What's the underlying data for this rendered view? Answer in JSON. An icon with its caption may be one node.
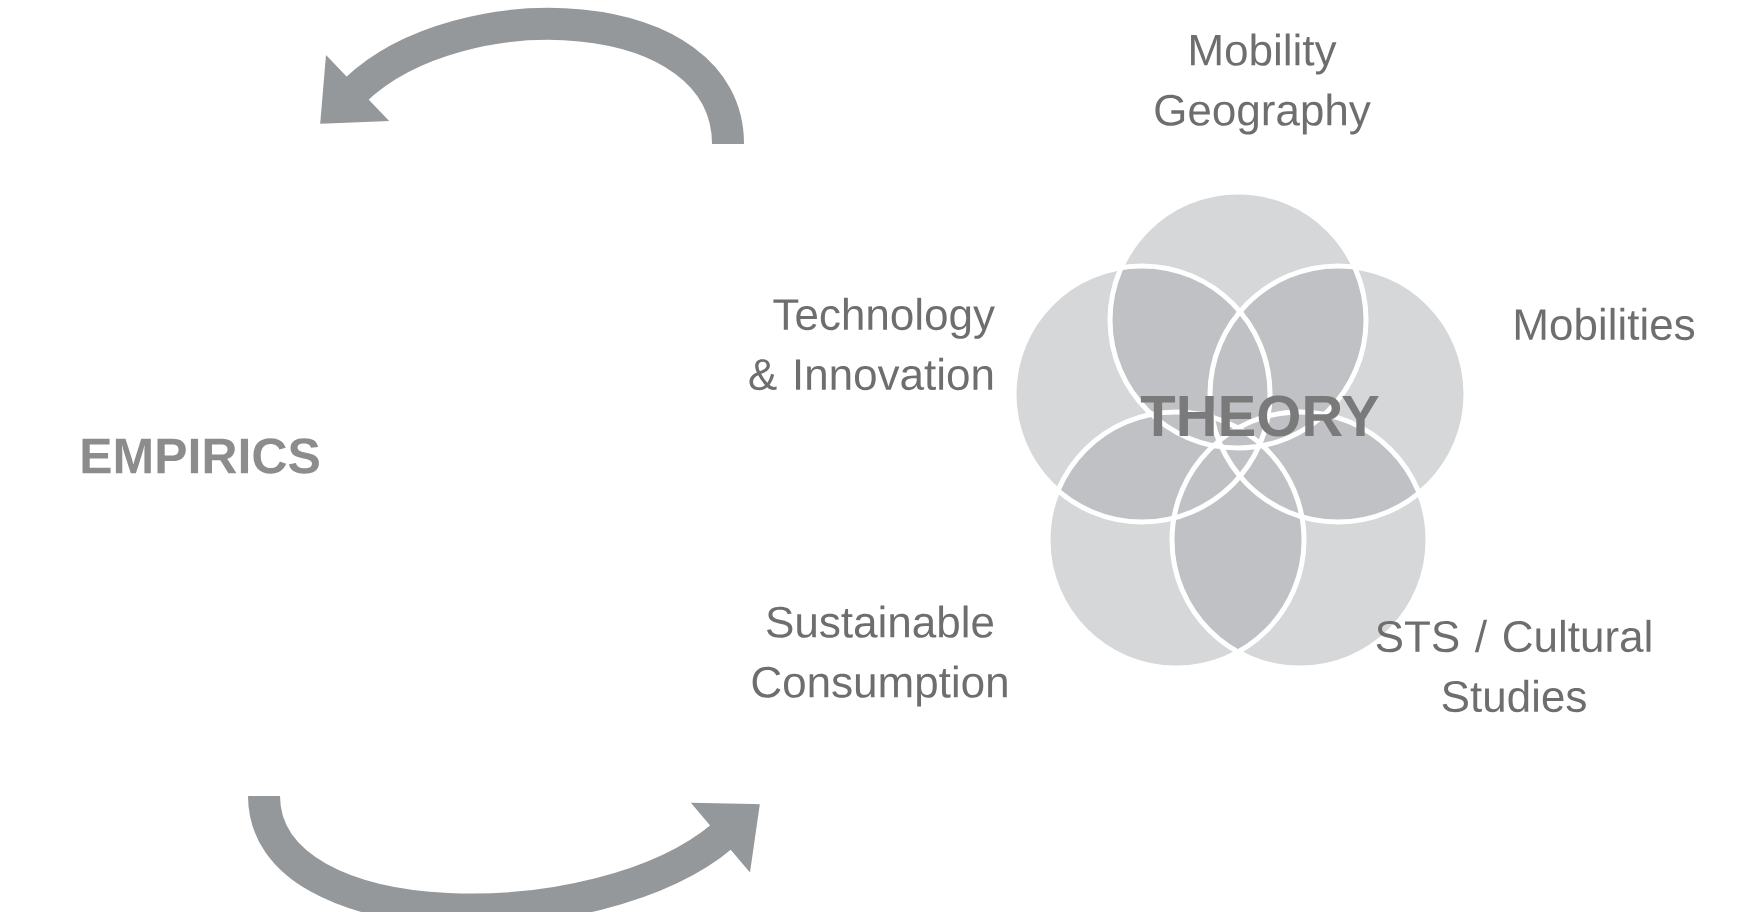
{
  "diagram": {
    "nodes": [
      {
        "text": [
          "Mobility Geography"
        ]
      },
      {
        "text": [
          "Technology & Innovation"
        ]
      },
      {
        "text": [
          "Mobilities"
        ]
      },
      {
        "text": [
          "Sustainable Consumption"
        ]
      },
      {
        "text": [
          "STS / Cultural Studies"
        ]
      }
    ],
    "labels": [
      "EMPIRICS",
      "THEORY"
    ]
  }
}
